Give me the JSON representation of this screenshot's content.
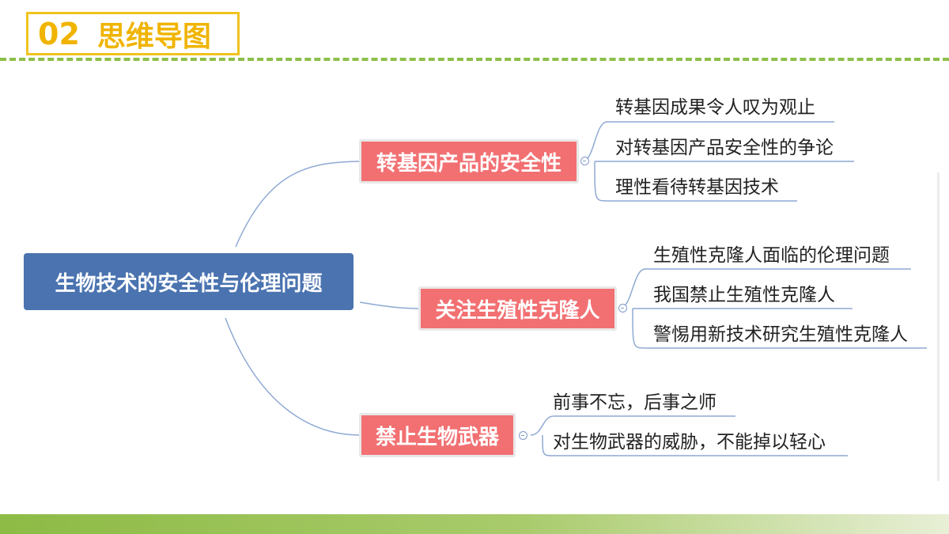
{
  "header": {
    "number": "02",
    "title": "思维导图"
  },
  "mindmap": {
    "root": "生物技术的安全性与伦理问题",
    "branches": [
      {
        "label": "转基因产品的安全性",
        "leaves": [
          "转基因成果令人叹为观止",
          "对转基因产品安全性的争论",
          "理性看待转基因技术"
        ]
      },
      {
        "label": "关注生殖性克隆人",
        "leaves": [
          "生殖性克隆人面临的伦理问题",
          "我国禁止生殖性克隆人",
          "警惕用新技术研究生殖性克隆人"
        ]
      },
      {
        "label": "禁止生物武器",
        "leaves": [
          "前事不忘，后事之师",
          "对生物武器的威胁，不能掉以轻心"
        ]
      }
    ]
  },
  "colors": {
    "root_fill": "#4a73b0",
    "branch_fill": "#f27072",
    "accent_yellow": "#f0c31e",
    "accent_green": "#8cbf4a",
    "connector": "#8fa9d4"
  }
}
